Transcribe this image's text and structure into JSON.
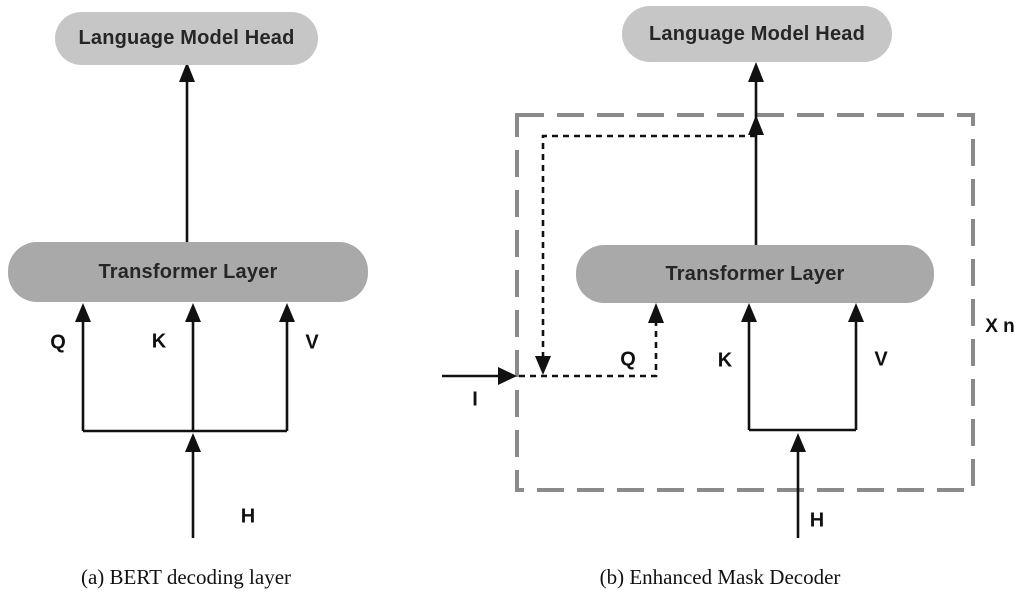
{
  "colors": {
    "node_light": "#c6c6c6",
    "node_dark": "#a9a9a9",
    "line": "#111111",
    "dashed_box": "#8a8a8a"
  },
  "diagram_a": {
    "caption": "(a) BERT decoding layer",
    "lm_head_label": "Language Model Head",
    "transformer_label": "Transformer Layer",
    "q": "Q",
    "k": "K",
    "v": "V",
    "h": "H"
  },
  "diagram_b": {
    "caption": "(b) Enhanced Mask Decoder",
    "lm_head_label": "Language Model Head",
    "transformer_label": "Transformer Layer",
    "q": "Q",
    "k": "K",
    "v": "V",
    "h": "H",
    "i": "I",
    "repeat_label": "X n"
  }
}
